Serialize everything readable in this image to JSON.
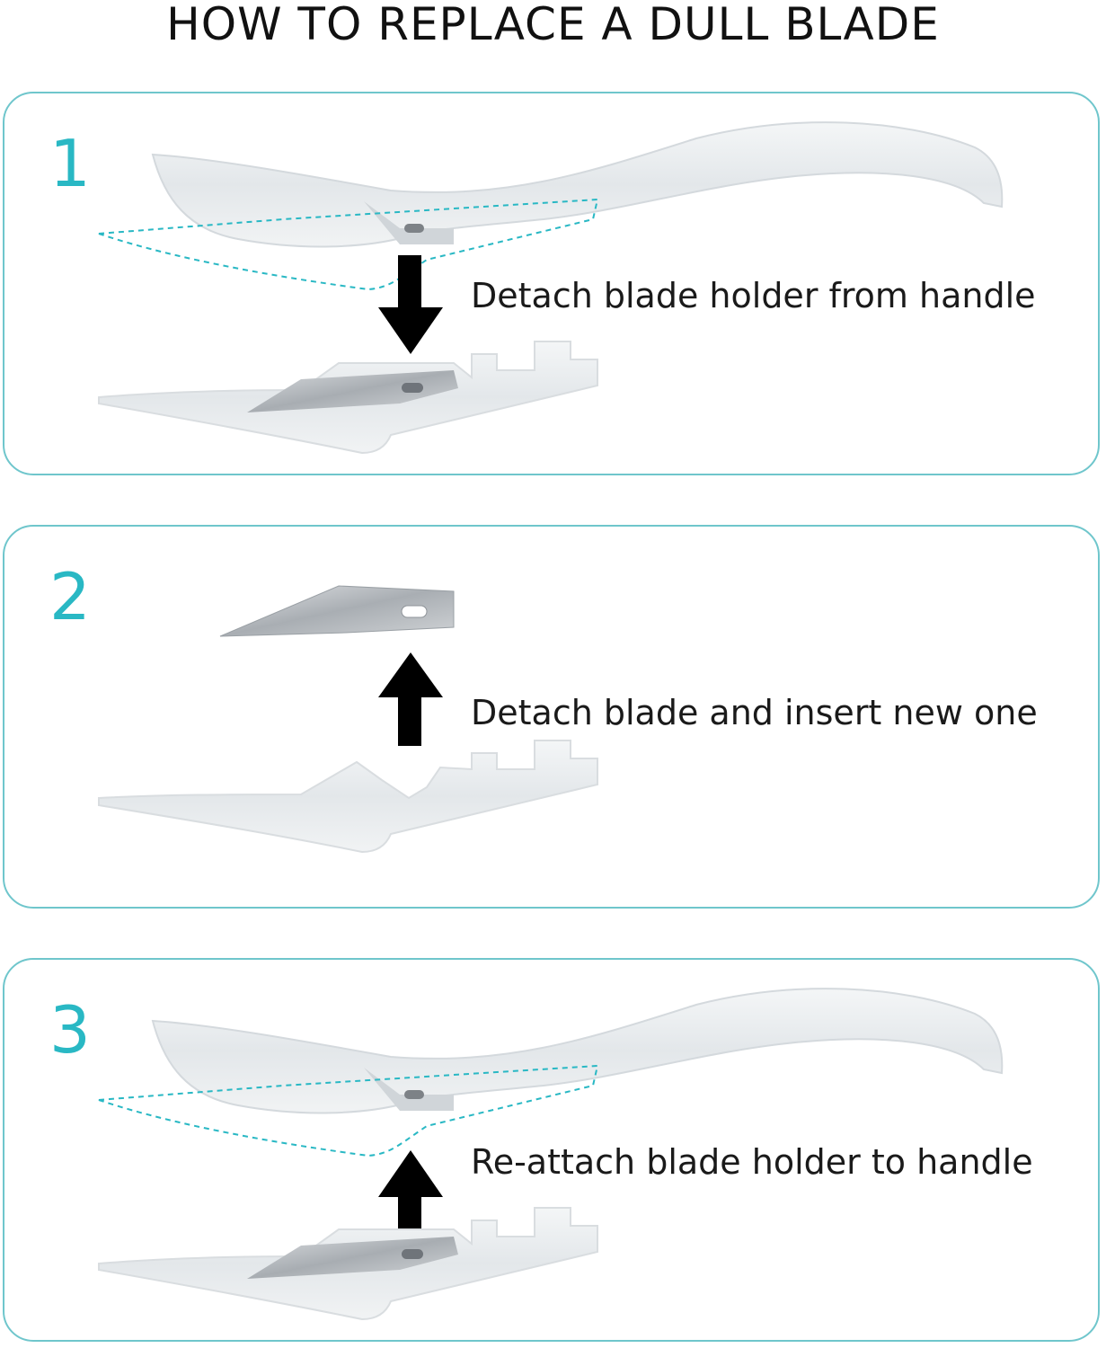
{
  "title": "HOW TO REPLACE A DULL BLADE",
  "colors": {
    "accent": "#29b8c4",
    "border": "#6fc6cc",
    "arrow": "#000000",
    "plastic": "#e8ecef",
    "blade": "#b9bec3"
  },
  "steps": [
    {
      "number": "1",
      "caption": "Detach blade holder from handle",
      "arrow": "down"
    },
    {
      "number": "2",
      "caption": "Detach blade and insert new one",
      "arrow": "up"
    },
    {
      "number": "3",
      "caption": "Re-attach blade holder to handle",
      "arrow": "up"
    }
  ]
}
